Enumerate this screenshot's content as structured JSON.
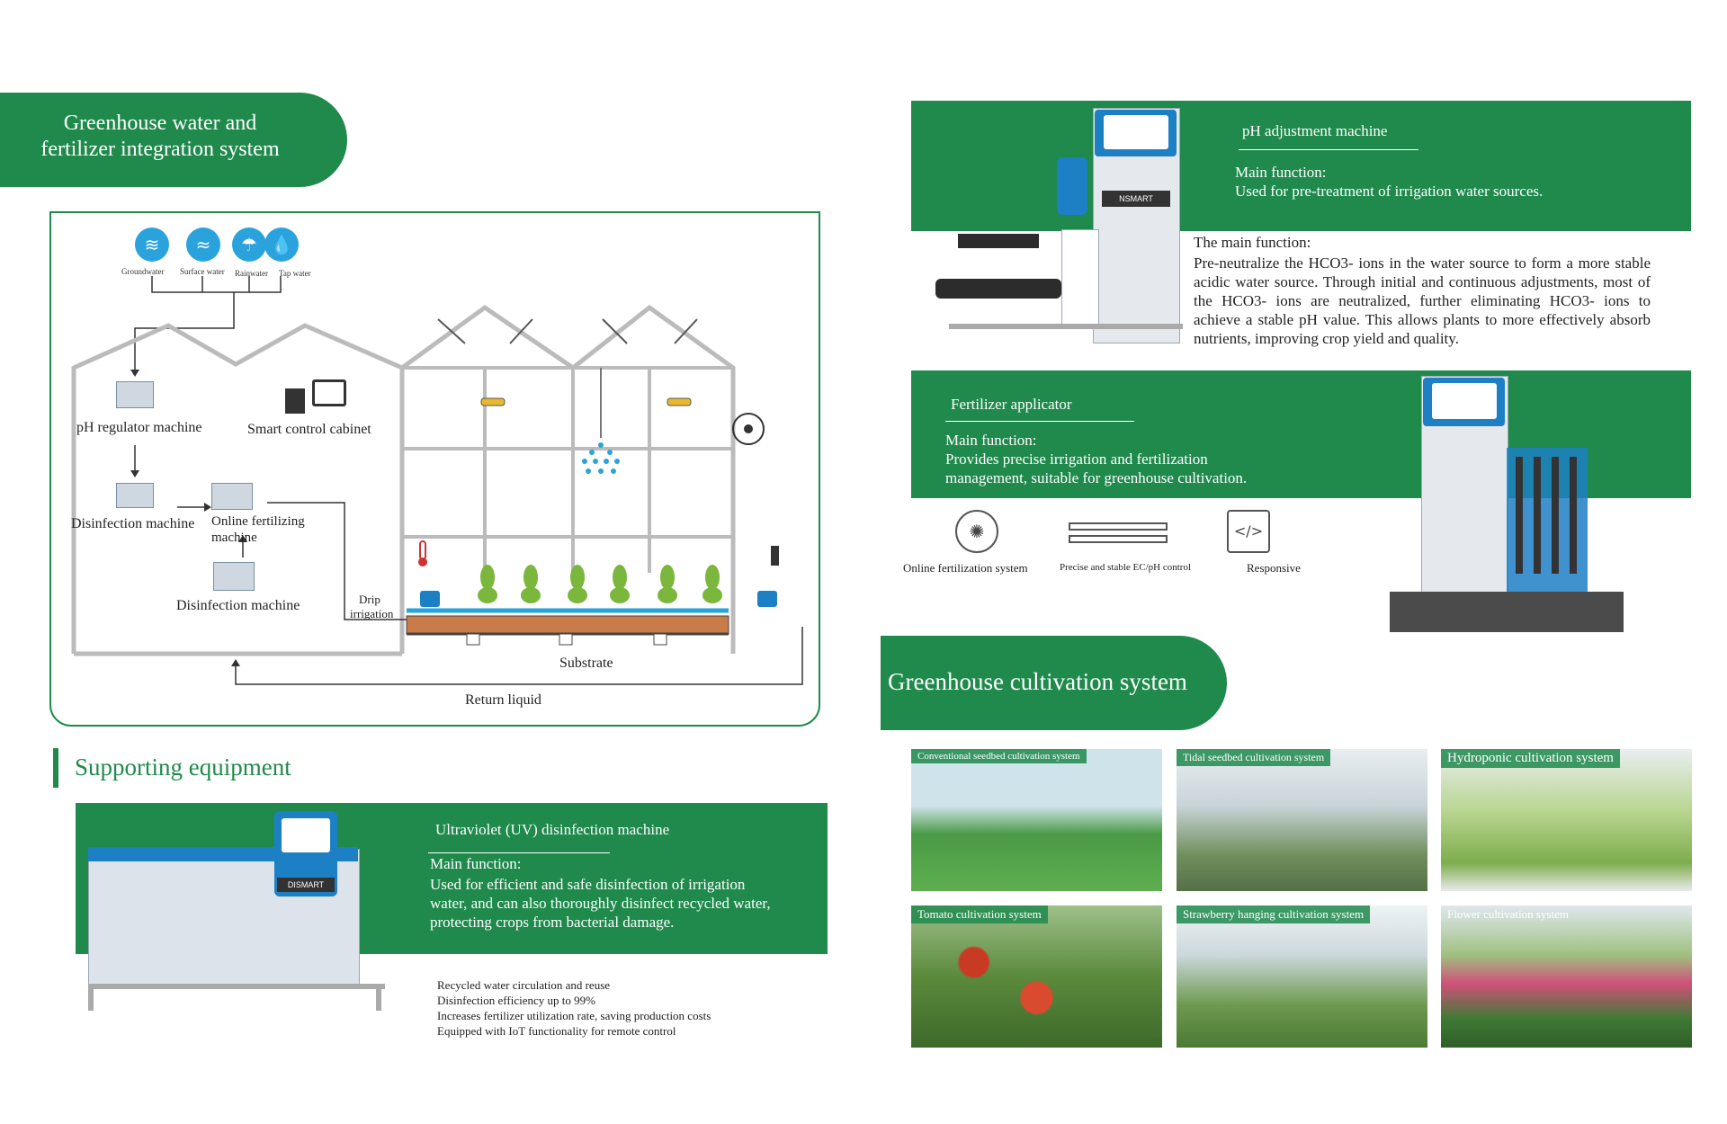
{
  "page_title": {
    "line1": "Greenhouse water and",
    "line2": "fertilizer integration system"
  },
  "diagram": {
    "sources": [
      {
        "label": "Groundwater",
        "icon": "groundwater-icon"
      },
      {
        "label": "Surface water",
        "icon": "surface-water-icon"
      },
      {
        "label": "Rainwater",
        "icon": "rainwater-icon"
      },
      {
        "label": "Tap water",
        "icon": "tap-water-icon"
      }
    ],
    "ph_regulator": "pH regulator machine",
    "smart_cabinet": "Smart control cabinet",
    "disinfection_1": "Disinfection machine",
    "online_fertilizing_1": "Online fertilizing",
    "online_fertilizing_2": "machine",
    "disinfection_2": "Disinfection machine",
    "drip_1": "Drip",
    "drip_2": "irrigation",
    "substrate": "Substrate",
    "return_liquid": "Return liquid"
  },
  "supporting": {
    "heading": "Supporting equipment",
    "uv_title": "Ultraviolet (UV) disinfection machine",
    "uv_main_label": "Main function:",
    "uv_desc": "Used for efficient and safe disinfection of irrigation water, and can also thoroughly disinfect recycled water, protecting crops from bacterial damage.",
    "uv_brand": "DISMART",
    "bullets": [
      "Recycled water circulation and reuse",
      "Disinfection efficiency up to 99%",
      "Increases fertilizer utilization rate, saving production costs",
      "Equipped with IoT functionality for remote control"
    ]
  },
  "ph_machine": {
    "title": "pH adjustment machine",
    "main_label": "Main function:",
    "main_desc": "Used for pre-treatment of irrigation water sources.",
    "brand": "NSMART",
    "detail_label": "The main function:",
    "detail_desc": "Pre-neutralize the HCO3- ions in the water source to form a more stable acidic water source. Through initial and continuous adjustments, most of the HCO3- ions are neutralized, further eliminating HCO3- ions to achieve a stable pH value. This allows plants to more effectively absorb nutrients, improving crop yield and quality."
  },
  "fertilizer": {
    "title": "Fertilizer applicator",
    "main_label": "Main function:",
    "desc_1": "Provides precise irrigation and fertilization",
    "desc_2": "management, suitable for greenhouse cultivation.",
    "features": [
      {
        "label": "Online fertilization system",
        "icon": "aperture-icon"
      },
      {
        "label": "Precise and stable EC/pH control",
        "icon": "pipes-icon"
      },
      {
        "label": "Responsive",
        "icon": "code-icon"
      }
    ]
  },
  "cultivation": {
    "heading": "Greenhouse cultivation system",
    "systems": [
      {
        "label": "Conventional seedbed cultivation system"
      },
      {
        "label": "Tidal seedbed cultivation system"
      },
      {
        "label": "Hydroponic cultivation system"
      },
      {
        "label": "Tomato cultivation system"
      },
      {
        "label": "Strawberry hanging cultivation system"
      },
      {
        "label": "Flower cultivation system"
      }
    ]
  },
  "colors": {
    "brand_green": "#1f8a4c",
    "water_blue": "#2aa3dd",
    "machine_blue": "#1d7fc4"
  }
}
